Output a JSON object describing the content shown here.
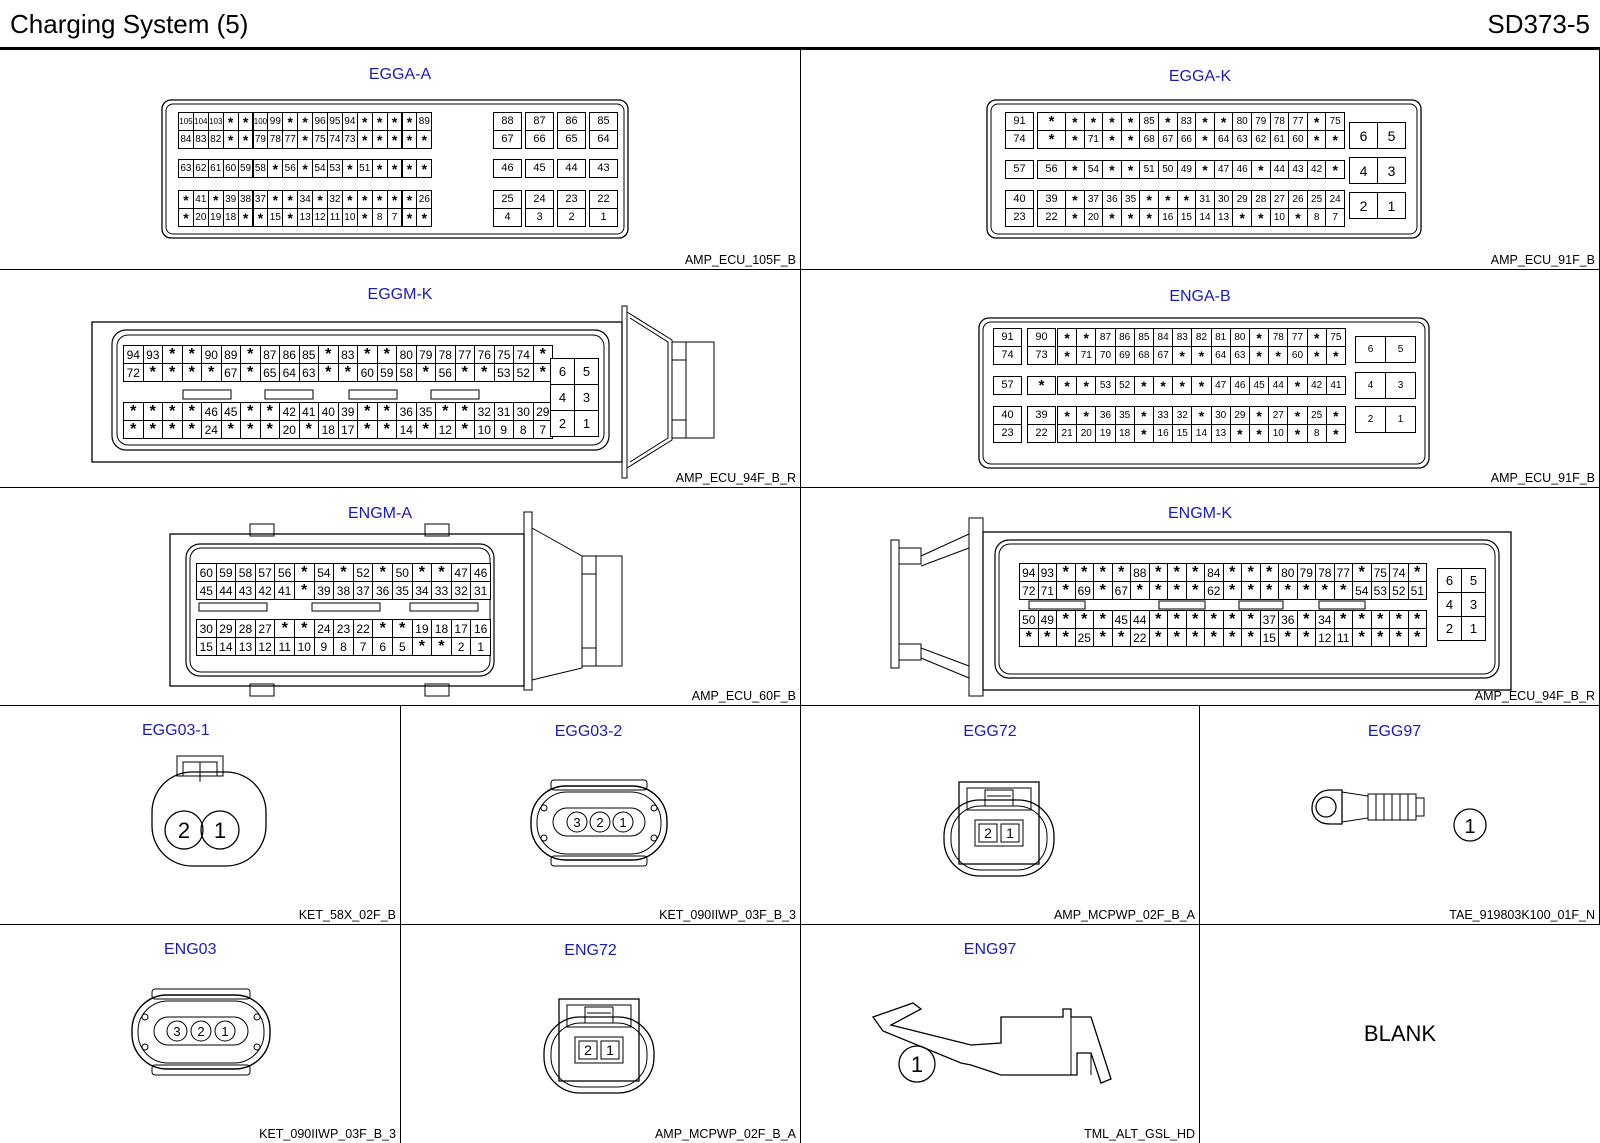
{
  "header": {
    "title": "Charging System (5)",
    "code": "SD373-5"
  },
  "panels": {
    "egga_a": {
      "name": "EGGA-A",
      "type": "AMP_ECU_105F_B",
      "rows": [
        [
          "105",
          "104",
          "103",
          "*",
          "*",
          "100",
          "99",
          "*",
          "*",
          "96",
          "95",
          "94",
          "*",
          "*",
          "*",
          "*",
          "89"
        ],
        [
          "84",
          "83",
          "82",
          "*",
          "*",
          "79",
          "78",
          "77",
          "*",
          "75",
          "74",
          "73",
          "*",
          "*",
          "*",
          "*",
          "*"
        ],
        [
          "63",
          "62",
          "61",
          "60",
          "59",
          "58",
          "*",
          "56",
          "*",
          "54",
          "53",
          "*",
          "51",
          "*",
          "*",
          "*",
          "*"
        ],
        [
          "*",
          "41",
          "*",
          "39",
          "38",
          "37",
          "*",
          "*",
          "34",
          "*",
          "32",
          "*",
          "*",
          "*",
          "*",
          "*",
          "26"
        ],
        [
          "*",
          "20",
          "19",
          "18",
          "*",
          "*",
          "15",
          "*",
          "13",
          "12",
          "11",
          "10",
          "*",
          "8",
          "7",
          "*",
          "*"
        ]
      ],
      "side": [
        [
          "88",
          "87",
          "86",
          "85"
        ],
        [
          "67",
          "66",
          "65",
          "64"
        ],
        [
          "46",
          "45",
          "44",
          "43"
        ],
        [
          "25",
          "24",
          "23",
          "22"
        ],
        [
          "4",
          "3",
          "2",
          "1"
        ]
      ]
    },
    "egga_k": {
      "name": "EGGA-K",
      "type": "AMP_ECU_91F_B",
      "left": [
        [
          "91",
          "*"
        ],
        [
          "74",
          "*"
        ],
        [
          "57",
          "56"
        ],
        [
          "40",
          "39"
        ],
        [
          "23",
          "22"
        ]
      ],
      "rows": [
        [
          "*",
          "*",
          "*",
          "*",
          "85",
          "*",
          "83",
          "*",
          "*",
          "80",
          "79",
          "78",
          "77",
          "*",
          "75"
        ],
        [
          "*",
          "71",
          "*",
          "*",
          "68",
          "67",
          "66",
          "*",
          "64",
          "63",
          "62",
          "61",
          "60",
          "*",
          "*"
        ],
        [
          "*",
          "54",
          "*",
          "*",
          "51",
          "50",
          "49",
          "*",
          "47",
          "46",
          "*",
          "44",
          "43",
          "42",
          "*"
        ],
        [
          "*",
          "37",
          "36",
          "35",
          "*",
          "*",
          "*",
          "31",
          "30",
          "29",
          "28",
          "27",
          "26",
          "25",
          "24"
        ],
        [
          "*",
          "20",
          "*",
          "*",
          "*",
          "16",
          "15",
          "14",
          "13",
          "*",
          "*",
          "10",
          "*",
          "8",
          "7"
        ]
      ],
      "side": [
        [
          "6",
          "5"
        ],
        [
          "4",
          "3"
        ],
        [
          "2",
          "1"
        ]
      ]
    },
    "eggm_k": {
      "name": "EGGM-K",
      "type": "AMP_ECU_94F_B_R",
      "rows": [
        [
          "94",
          "93",
          "*",
          "*",
          "90",
          "89",
          "*",
          "87",
          "86",
          "85",
          "*",
          "83",
          "*",
          "*",
          "80",
          "79",
          "78",
          "77",
          "76",
          "75",
          "74",
          "*"
        ],
        [
          "72",
          "*",
          "*",
          "*",
          "*",
          "67",
          "*",
          "65",
          "64",
          "63",
          "*",
          "*",
          "60",
          "59",
          "58",
          "*",
          "56",
          "*",
          "*",
          "53",
          "52",
          "*"
        ],
        [
          "*",
          "*",
          "*",
          "*",
          "46",
          "45",
          "*",
          "*",
          "42",
          "41",
          "40",
          "39",
          "*",
          "*",
          "36",
          "35",
          "*",
          "*",
          "32",
          "31",
          "30",
          "29"
        ],
        [
          "*",
          "*",
          "*",
          "*",
          "24",
          "*",
          "*",
          "*",
          "20",
          "*",
          "18",
          "17",
          "*",
          "*",
          "14",
          "*",
          "12",
          "*",
          "10",
          "9",
          "8",
          "7"
        ]
      ],
      "side": [
        [
          "6",
          "5"
        ],
        [
          "4",
          "3"
        ],
        [
          "2",
          "1"
        ]
      ]
    },
    "enga_b": {
      "name": "ENGA-B",
      "type": "AMP_ECU_91F_B",
      "left": [
        [
          "91",
          "90"
        ],
        [
          "74",
          "73"
        ],
        [
          "57",
          "*"
        ],
        [
          "40",
          "39"
        ],
        [
          "23",
          "22"
        ]
      ],
      "rows": [
        [
          "*",
          "*",
          "87",
          "86",
          "85",
          "84",
          "83",
          "82",
          "81",
          "80",
          "*",
          "78",
          "77",
          "*",
          "75"
        ],
        [
          "*",
          "71",
          "70",
          "69",
          "68",
          "67",
          "*",
          "*",
          "64",
          "63",
          "*",
          "*",
          "60",
          "*",
          "*"
        ],
        [
          "*",
          "*",
          "53",
          "52",
          "*",
          "*",
          "*",
          "*",
          "47",
          "46",
          "45",
          "44",
          "*",
          "42",
          "41"
        ],
        [
          "*",
          "*",
          "36",
          "35",
          "*",
          "33",
          "32",
          "*",
          "30",
          "29",
          "*",
          "27",
          "*",
          "25",
          "*"
        ],
        [
          "21",
          "20",
          "19",
          "18",
          "*",
          "16",
          "15",
          "14",
          "13",
          "*",
          "*",
          "10",
          "*",
          "8",
          "*"
        ]
      ],
      "side": [
        [
          "6",
          "5"
        ],
        [
          "4",
          "3"
        ],
        [
          "2",
          "1"
        ]
      ]
    },
    "engm_a": {
      "name": "ENGM-A",
      "type": "AMP_ECU_60F_B",
      "rows": [
        [
          "60",
          "59",
          "58",
          "57",
          "56",
          "*",
          "54",
          "*",
          "52",
          "*",
          "50",
          "*",
          "*",
          "47",
          "46"
        ],
        [
          "45",
          "44",
          "43",
          "42",
          "41",
          "*",
          "39",
          "38",
          "37",
          "36",
          "35",
          "34",
          "33",
          "32",
          "31"
        ],
        [
          "30",
          "29",
          "28",
          "27",
          "*",
          "*",
          "24",
          "23",
          "22",
          "*",
          "*",
          "19",
          "18",
          "17",
          "16"
        ],
        [
          "15",
          "14",
          "13",
          "12",
          "11",
          "10",
          "9",
          "8",
          "7",
          "6",
          "5",
          "*",
          "*",
          "2",
          "1"
        ]
      ]
    },
    "engm_k": {
      "name": "ENGM-K",
      "type": "AMP_ECU_94F_B_R",
      "rows": [
        [
          "94",
          "93",
          "*",
          "*",
          "*",
          "*",
          "88",
          "*",
          "*",
          "*",
          "84",
          "*",
          "*",
          "*",
          "80",
          "79",
          "78",
          "77",
          "*",
          "75",
          "74",
          "*"
        ],
        [
          "72",
          "71",
          "*",
          "69",
          "*",
          "67",
          "*",
          "*",
          "*",
          "*",
          "62",
          "*",
          "*",
          "*",
          "*",
          "*",
          "*",
          "*",
          "54",
          "53",
          "52",
          "51"
        ],
        [
          "50",
          "49",
          "*",
          "*",
          "*",
          "45",
          "44",
          "*",
          "*",
          "*",
          "*",
          "*",
          "*",
          "37",
          "36",
          "*",
          "34",
          "*",
          "*",
          "*",
          "*",
          "*"
        ],
        [
          "*",
          "*",
          "*",
          "25",
          "*",
          "*",
          "22",
          "*",
          "*",
          "*",
          "*",
          "*",
          "*",
          "15",
          "*",
          "*",
          "12",
          "11",
          "*",
          "*",
          "*",
          "*"
        ]
      ],
      "side": [
        [
          "6",
          "5"
        ],
        [
          "4",
          "3"
        ],
        [
          "2",
          "1"
        ]
      ]
    },
    "egg03_1": {
      "name": "EGG03-1",
      "type": "KET_58X_02F_B",
      "pins": [
        "2",
        "1"
      ]
    },
    "egg03_2": {
      "name": "EGG03-2",
      "type": "KET_090IIWP_03F_B_3",
      "pins": [
        "3",
        "2",
        "1"
      ]
    },
    "egg72": {
      "name": "EGG72",
      "type": "AMP_MCPWP_02F_B_A",
      "pins": [
        "2",
        "1"
      ]
    },
    "egg97": {
      "name": "EGG97",
      "type": "TAE_919803K100_01F_N",
      "pins": [
        "1"
      ]
    },
    "eng03": {
      "name": "ENG03",
      "type": "KET_090IIWP_03F_B_3",
      "pins": [
        "3",
        "2",
        "1"
      ]
    },
    "eng72": {
      "name": "ENG72",
      "type": "AMP_MCPWP_02F_B_A",
      "pins": [
        "2",
        "1"
      ]
    },
    "eng97": {
      "name": "ENG97",
      "type": "TML_ALT_GSL_HD",
      "pins": [
        "1"
      ]
    },
    "blank": {
      "label": "BLANK"
    }
  }
}
